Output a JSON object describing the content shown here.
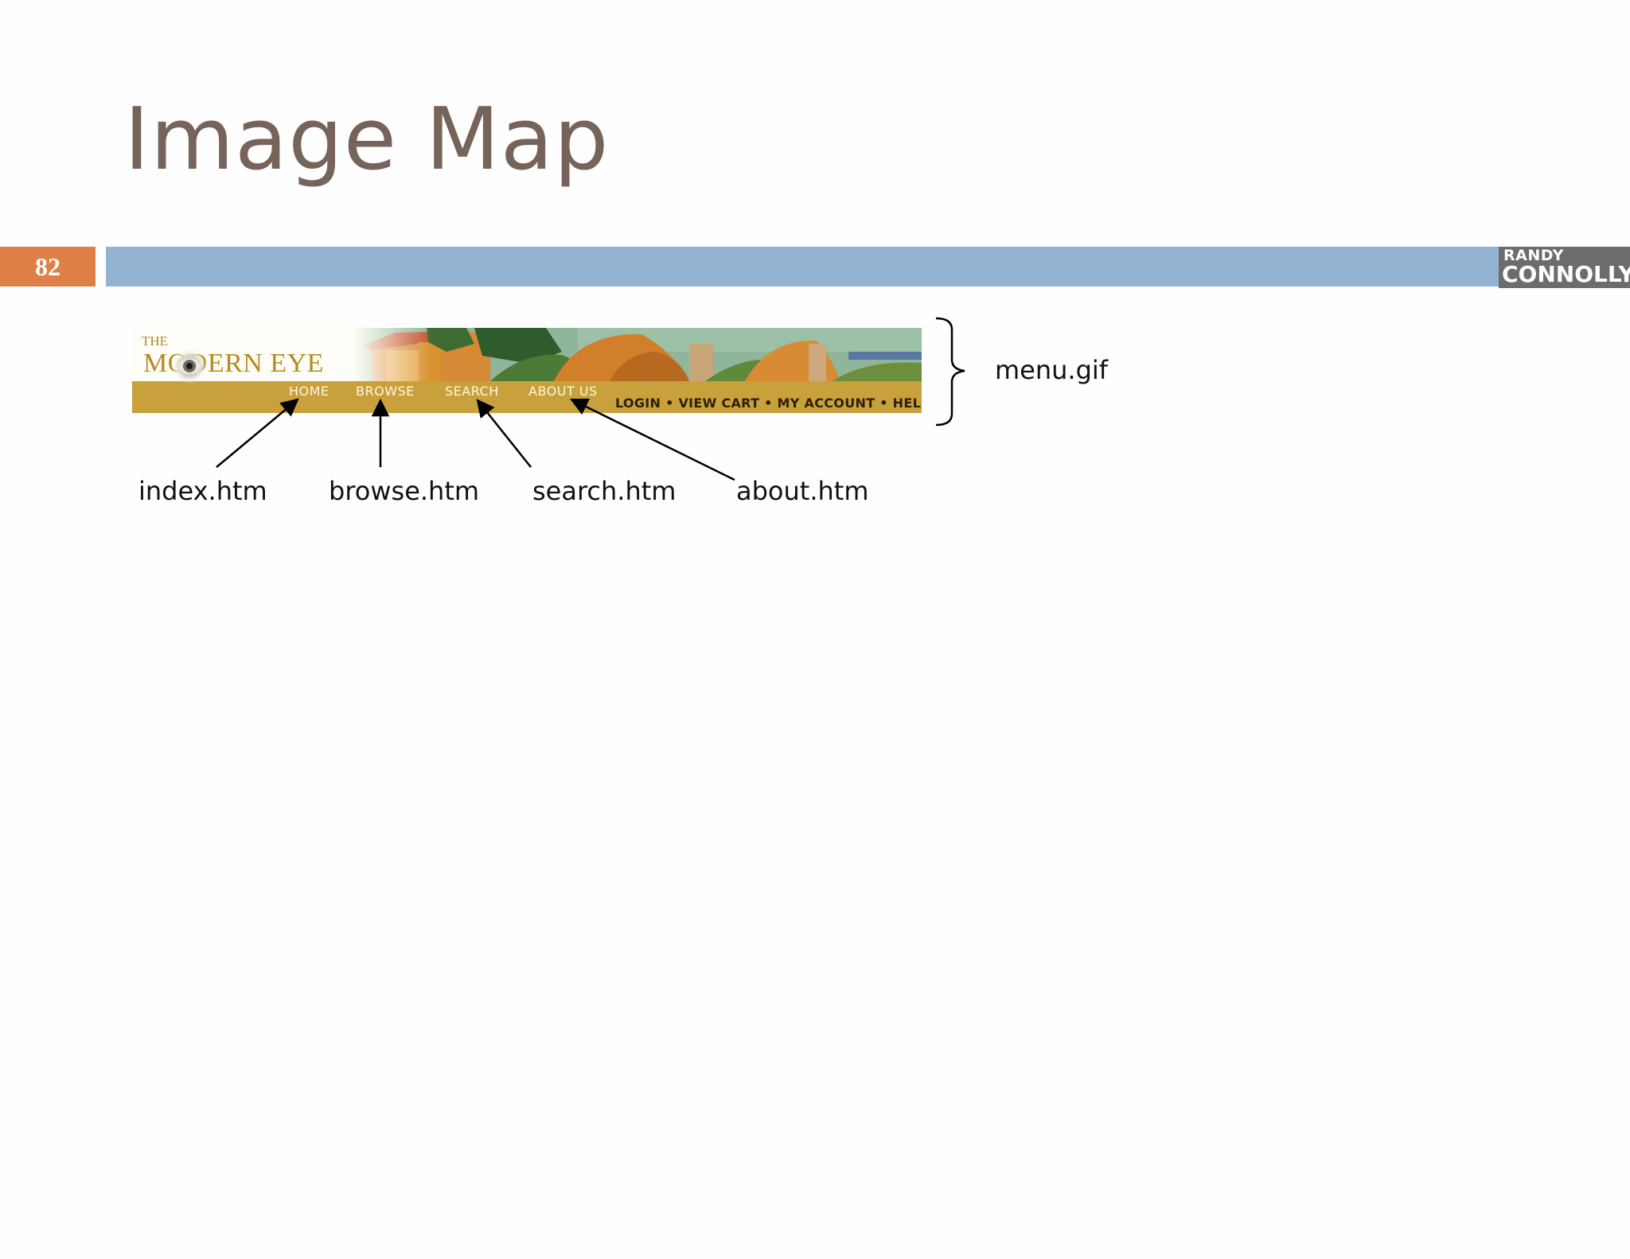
{
  "slide": {
    "title": "Image Map",
    "page_number": "82",
    "author_logo": {
      "first": "RANDY",
      "last": "CONNOLLY"
    }
  },
  "banner": {
    "brand_small": "THE",
    "brand_main": "MODERN EYE",
    "nav": [
      "HOME",
      "BROWSE",
      "SEARCH",
      "ABOUT US"
    ],
    "utility": "LOGIN • VIEW CART • MY ACCOUNT • HELP"
  },
  "labels": {
    "image_file": "menu.gif",
    "links": [
      "index.htm",
      "browse.htm",
      "search.htm",
      "about.htm"
    ]
  },
  "colors": {
    "title": "#76635a",
    "page_number_bg": "#df8046",
    "header_bar": "#93b3d3",
    "nav_strip": "#c9a13c"
  }
}
